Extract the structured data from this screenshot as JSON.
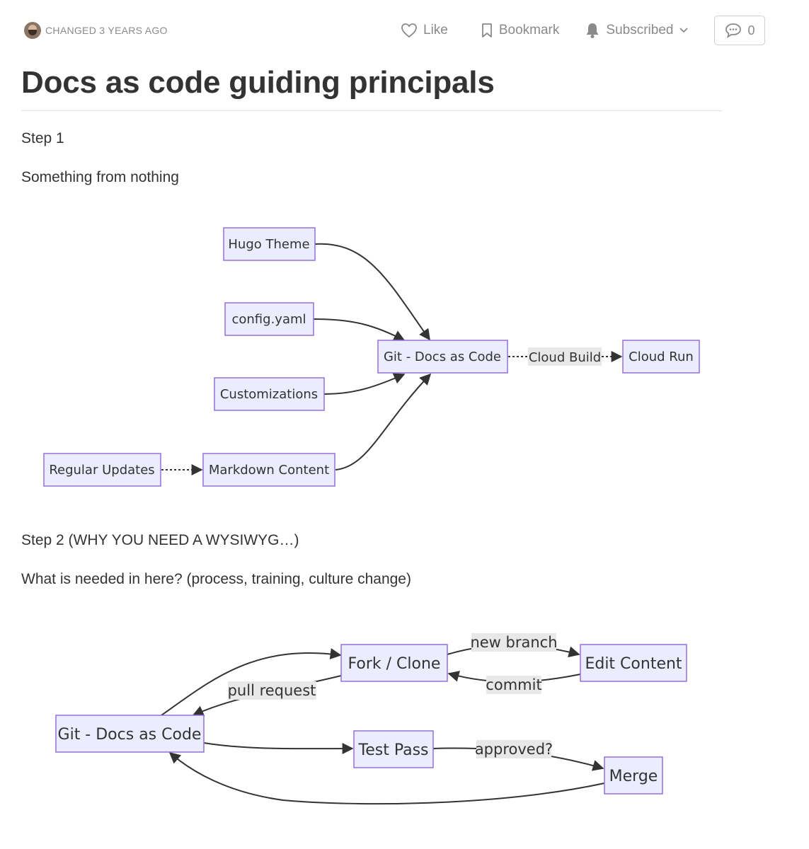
{
  "header": {
    "changed": "CHANGED 3 YEARS AGO",
    "like_label": "Like",
    "bookmark_label": "Bookmark",
    "subscribed_label": "Subscribed",
    "comment_count": "0"
  },
  "page": {
    "title": "Docs as code guiding principals",
    "step1": "Step 1",
    "step1_sub": "Something from nothing",
    "step2": "Step 2 (WHY YOU NEED A WYSIWYG…)",
    "step2_sub": "What is needed in here? (process, training, culture change)"
  },
  "diagram1": {
    "nodes": {
      "hugo": "Hugo Theme",
      "config": "config.yaml",
      "git": "Git - Docs as Code",
      "cloudrun": "Cloud Run",
      "custom": "Customizations",
      "updates": "Regular Updates",
      "markdown": "Markdown Content"
    },
    "edges": {
      "cloud_build": "Cloud Build"
    }
  },
  "diagram2": {
    "nodes": {
      "fork": "Fork / Clone",
      "edit": "Edit Content",
      "git": "Git - Docs as Code",
      "test": "Test Pass",
      "merge": "Merge"
    },
    "edges": {
      "new_branch": "new branch",
      "commit": "commit",
      "pull_request": "pull request",
      "approved": "approved?"
    }
  },
  "colors": {
    "node_fill": "#ececff",
    "node_stroke": "#9370db",
    "edge_label_bg": "#e8e8e8"
  }
}
